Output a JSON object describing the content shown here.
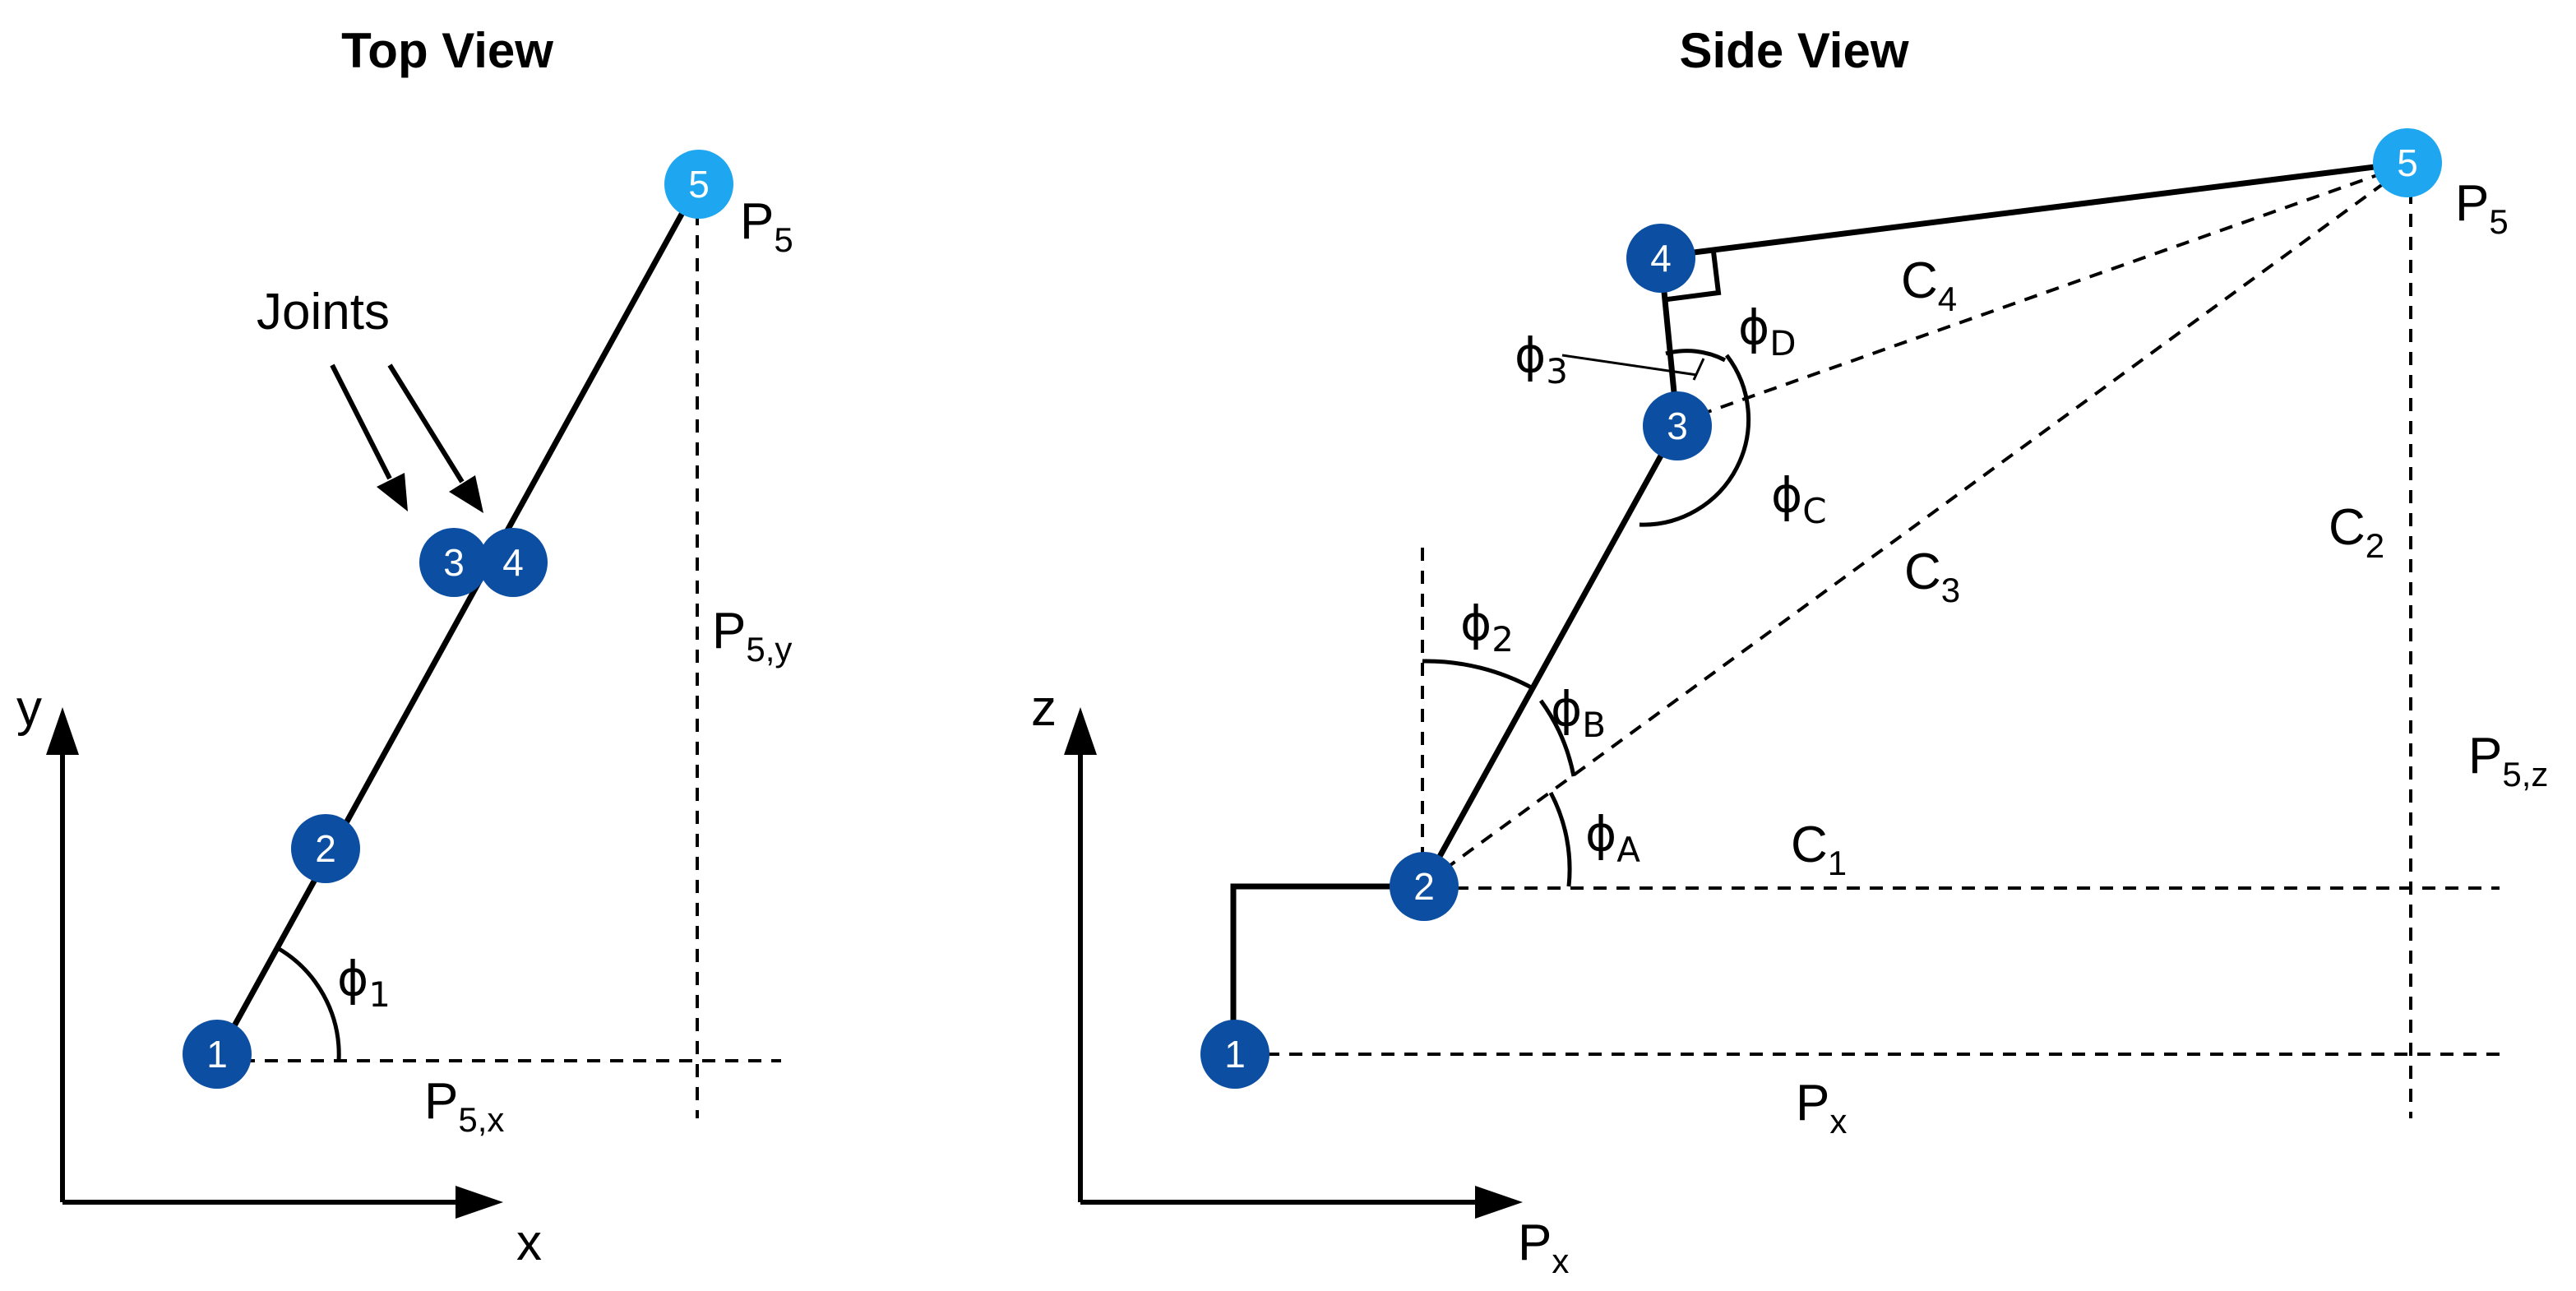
{
  "colors": {
    "joint_dark": "#0B4EA2",
    "joint_light": "#1EA7F0",
    "line": "#000000"
  },
  "top_view": {
    "title": "Top View",
    "annotation": "Joints",
    "axis_x": "x",
    "axis_y": "y",
    "joints": [
      "1",
      "2",
      "3",
      "4",
      "5"
    ],
    "angle_phi": "ϕ",
    "angle_sub": "1",
    "p5_label": "P",
    "p5_sub": "5",
    "p5x_label": "P",
    "p5x_sub": "5,x",
    "p5y_label": "P",
    "p5y_sub": "5,y"
  },
  "side_view": {
    "title": "Side View",
    "axis_z": "z",
    "axis_x": "P",
    "axis_x_sub": "x",
    "joints": [
      "1",
      "2",
      "3",
      "4",
      "5"
    ],
    "p5_label": "P",
    "p5_sub": "5",
    "p5z_label": "P",
    "p5z_sub": "5,z",
    "px_label": "P",
    "px_sub": "x",
    "c1": "C",
    "c1_sub": "1",
    "c2": "C",
    "c2_sub": "2",
    "c3": "C",
    "c3_sub": "3",
    "c4": "C",
    "c4_sub": "4",
    "phi": "ϕ",
    "phi2_sub": "2",
    "phi3_sub": "3",
    "phiA_sub": "A",
    "phiB_sub": "B",
    "phiC_sub": "C",
    "phiD_sub": "D"
  }
}
